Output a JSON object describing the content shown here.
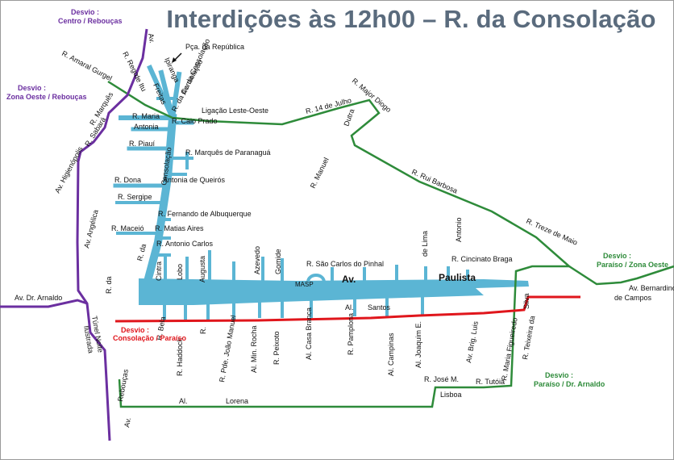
{
  "title": "Interdições às 12h00 – R. da Consolação",
  "colors": {
    "blue": "#5bb5d4",
    "green": "#2e8b3a",
    "red": "#e0161c",
    "purple": "#6b2fa0",
    "title": "#5a6b7d"
  },
  "detours": {
    "centro_reboucas": [
      "Desvio :",
      "Centro / Rebouças"
    ],
    "zona_oeste_reboucas": [
      "Desvio :",
      "Zona Oeste / Rebouças"
    ],
    "consolacao_paraiso": [
      "Desvio :",
      "Consolação / Paraíso"
    ],
    "paraiso_zona_oeste": [
      "Desvio :",
      "Paraíso / Zona Oeste"
    ],
    "paraiso_dr_arnaldo": [
      "Desvio :",
      "Paraíso / Dr. Arnaldo"
    ]
  },
  "streets": {
    "av_top": "Av.",
    "pca_republica": "Pça. da República",
    "r_amaral_gurgel": "R. Amaral Gurgel",
    "r_rego": "R. Rego",
    "de_itu": "de Itu",
    "ipiranga": "Ipiranga",
    "av_da_consolacao": "Av. da Consolação",
    "freitas": "Freitas",
    "r_da_consolacao": "R. da Consolação",
    "ligacao": "Ligação Leste-Oeste",
    "r_14_julho": "R. 14 de Julho",
    "r_major_diogo": "R. Major Diogo",
    "r_maria": "R. Maria",
    "antonia": "Antonia",
    "r_caio_prado": "R. Caio Prado",
    "r_marques": "R. Marquês",
    "r_sabara": "R. Sabará",
    "r_piaui": "R. Piauí",
    "r_marques_paranagua": "R. Marquês de Paranaguá",
    "consolacao": "Consolação",
    "dutra": "Dutra",
    "r_dona": "R. Dona",
    "antonia_queiros": "Antonia de Queirós",
    "av_higienopolis": "Av. Higienópolis",
    "r_manuel": "R. Manuel",
    "r_rui_barbosa": "R. Rui Barbosa",
    "r_sergipe": "R. Sergipe",
    "r_fernando": "R. Fernando de Albuquerque",
    "av_angelica": "Av. Angélica",
    "r_maceio": "R. Maceió",
    "r_matias_aires": "R. Matias Aires",
    "r_treze_maio": "R. Treze de Maio",
    "de_lima": "de Lima",
    "antonio": "Antonio",
    "r_antonio_carlos": "R. Antonio Carlos",
    "r_da": "R. da",
    "azevedo": "Azevedo",
    "gomide": "Gomide",
    "r_sao_carlos": "R. São Carlos do Pinhal",
    "r_cincinato": "R. Cincinato Braga",
    "cintra": "Cintra",
    "lobo": "Lobo",
    "augusta": "Augusta",
    "masp": "MASP",
    "av": "Av.",
    "paulista": "Paulista",
    "av_bernardino": "Av. Bernardino",
    "de_campos": "de Campos",
    "av_dr_arnaldo": "Av. Dr. Arnaldo",
    "al": "Al.",
    "santos": "Santos",
    "silva": "Silva",
    "r_bela": "R. Bela",
    "r_haddock": "R. Haddock",
    "r": "R.",
    "r_pde_joao": "R. Pde. João Manuel",
    "al_min_rocha": "Al. Min. Rocha",
    "r_peixoto": "R. Peixoto",
    "al_casa_branca": "Al. Casa Branca",
    "r_pamplona": "R. Pamplona",
    "al_campinas": "Al. Campinas",
    "al_joaquim": "Al. Joaquim E.",
    "av_brig_luis": "Av. Brig. Luis",
    "r_maria_figueiredo": "R. Maria Figueiredo",
    "r_teixeira": "R. Teixeira da",
    "tunel": "Túnel Noite",
    "ilustrada": "Ilustrada",
    "reboucas": "Rebouças",
    "r_jose_m": "R. José M.",
    "lisboa": "Lisboa",
    "r_tutoia": "R. Tutóia",
    "av_bottom": "Av.",
    "lorena": "Lorena"
  }
}
